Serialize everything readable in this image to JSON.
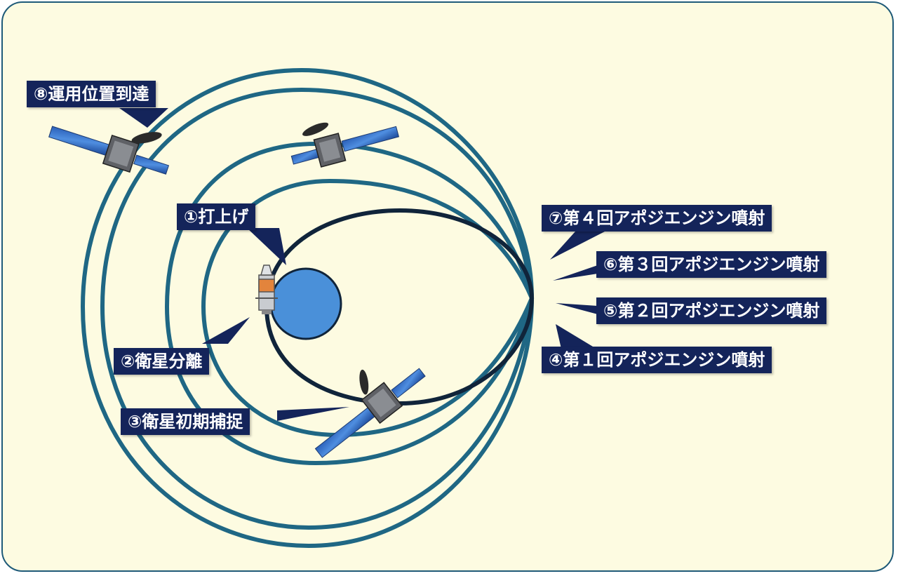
{
  "steps": [
    {
      "id": "launch",
      "text": "①打上げ"
    },
    {
      "id": "separation",
      "text": "②衛星分離"
    },
    {
      "id": "acquisition",
      "text": "③衛星初期捕捉"
    },
    {
      "id": "aef1",
      "text": "④第１回アポジエンジン噴射"
    },
    {
      "id": "aef2",
      "text": "⑤第２回アポジエンジン噴射"
    },
    {
      "id": "aef3",
      "text": "⑥第３回アポジエンジン噴射"
    },
    {
      "id": "aef4",
      "text": "⑦第４回アポジエンジン噴射"
    },
    {
      "id": "on-station",
      "text": "⑧運用位置到達"
    }
  ],
  "colors": {
    "background": "#fdfbe1",
    "border": "#1e5a78",
    "orbit_outer": "#1f6784",
    "orbit_transfer": "#10243a",
    "earth": "#4a90d9",
    "label_bg": "#14245a",
    "label_text": "#ffffff"
  },
  "icons": [
    "earth-icon",
    "rocket-icon",
    "satellite-icon"
  ]
}
